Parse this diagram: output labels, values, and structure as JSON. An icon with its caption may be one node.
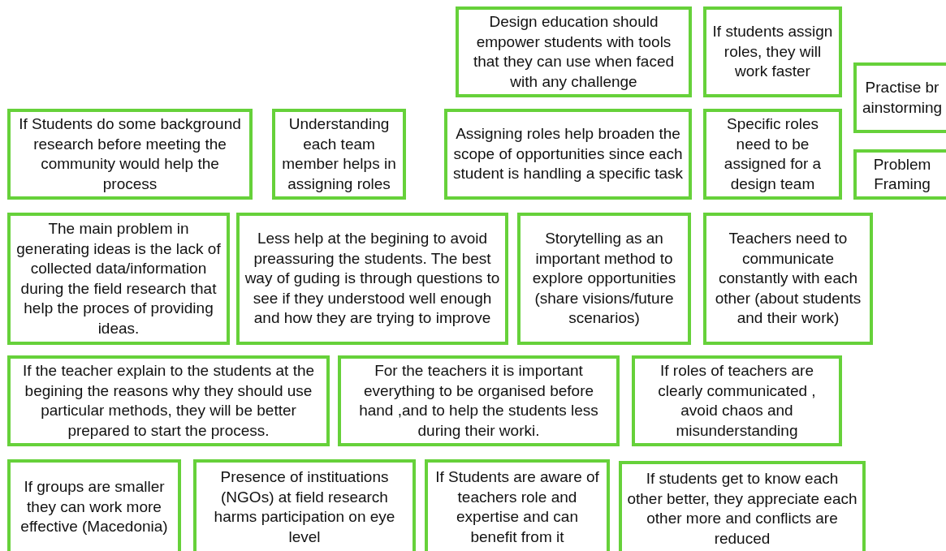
{
  "diagram": {
    "nodes": [
      {
        "text": [
          "Design education should empower students with tools that they can use when faced with any challenge"
        ]
      },
      {
        "text": [
          "If students assign roles, they will work faster"
        ]
      },
      {
        "text": [
          "Practise brainstorming"
        ]
      },
      {
        "text": [
          "If Students do some background research before meeting the community would help the process"
        ]
      },
      {
        "text": [
          "Understanding each team member helps in assigning roles"
        ]
      },
      {
        "text": [
          "Assigning roles help broaden the scope of opportunities since each student is handling a specific task"
        ]
      },
      {
        "text": [
          "Specific roles need to be assigned for a design team"
        ]
      },
      {
        "text": [
          "Problem Framing"
        ]
      },
      {
        "text": [
          "The main problem in generating ideas is the lack of collected data/information during the field research that help the proces of providing ideas."
        ]
      },
      {
        "text": [
          "Less help at the begining to avoid preassuring the students. The best way of guding is through questions to see if they understood well enough and how they are trying to improve"
        ]
      },
      {
        "text": [
          "Storytelling as an important method to explore opportunities (share visions/future scenarios)"
        ]
      },
      {
        "text": [
          "Teachers need to communicate constantly with each other (about students and their work)"
        ]
      },
      {
        "text": [
          "If the teacher explain to the students at the begining the reasons why they should use particular methods, they will be better prepared to start the process."
        ]
      },
      {
        "text": [
          "For the teachers it is important everything to be organised before hand ,and to help the students less during their worki."
        ]
      },
      {
        "text": [
          "If roles of teachers are clearly communicated , avoid chaos and misunderstanding"
        ]
      },
      {
        "text": [
          "If groups are smaller they can work more effective (Macedonia)"
        ]
      },
      {
        "text": [
          "Presence of instituations (NGOs) at field research harms participation on eye level"
        ]
      },
      {
        "text": [
          "If Students are aware of teachers role and expertise and can benefit from it"
        ]
      },
      {
        "text": [
          "If students get to know each other better, they appreciate each other more and conflicts are reduced"
        ]
      }
    ]
  }
}
